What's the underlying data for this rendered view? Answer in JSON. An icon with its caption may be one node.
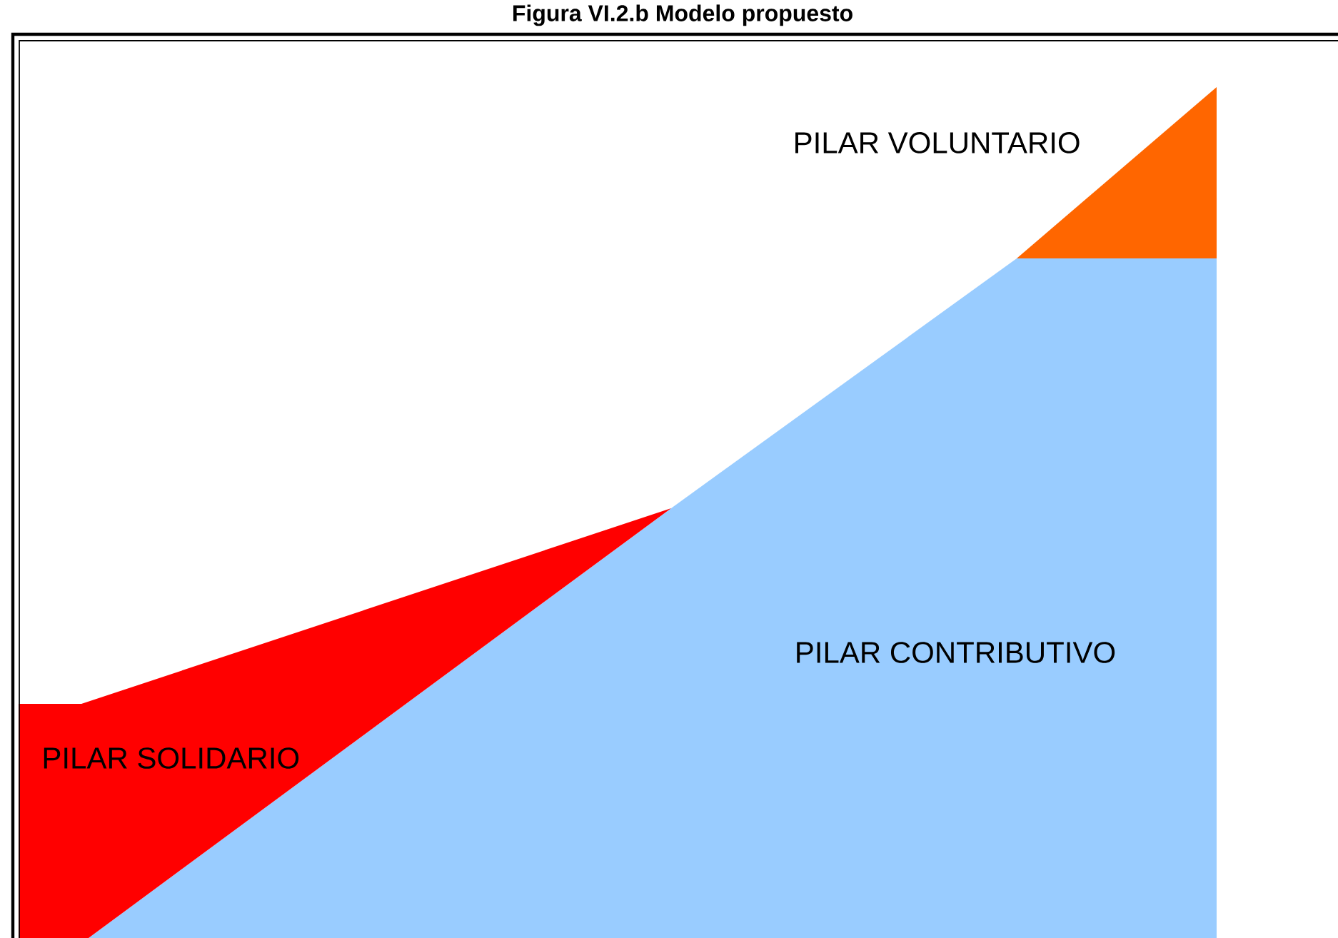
{
  "diagram": {
    "title": "Figura VI.2.b Modelo propuesto",
    "nodes": [
      {
        "text": [
          "PILAR VOLUNTARIO"
        ]
      },
      {
        "text": [
          "PILAR CONTRIBUTIVO"
        ]
      },
      {
        "text": [
          "PILAR SOLIDARIO"
        ]
      }
    ]
  }
}
